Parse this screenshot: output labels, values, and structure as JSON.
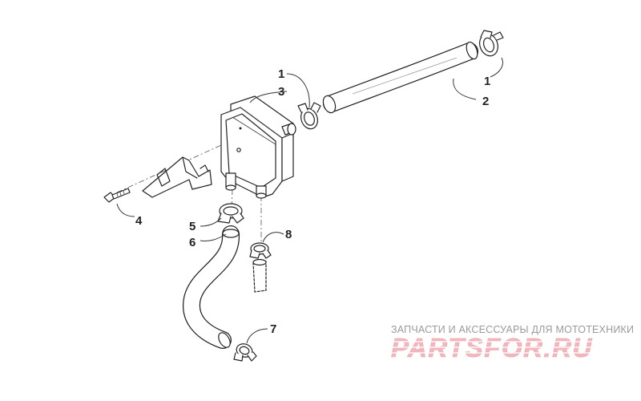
{
  "diagram": {
    "callouts": [
      {
        "id": "c1a",
        "label": "1"
      },
      {
        "id": "c1b",
        "label": "1"
      },
      {
        "id": "c2",
        "label": "2"
      },
      {
        "id": "c3",
        "label": "3"
      },
      {
        "id": "c4",
        "label": "4"
      },
      {
        "id": "c5",
        "label": "5"
      },
      {
        "id": "c6",
        "label": "6"
      },
      {
        "id": "c7",
        "label": "7"
      },
      {
        "id": "c8",
        "label": "8"
      }
    ]
  },
  "watermark": {
    "caption": "ЗАПЧАСТИ И АКСЕССУАРЫ ДЛЯ МОТОТЕХНИКИ",
    "logo_text": "PARTSFOR.RU",
    "logo_color": "#f3b6bd"
  }
}
